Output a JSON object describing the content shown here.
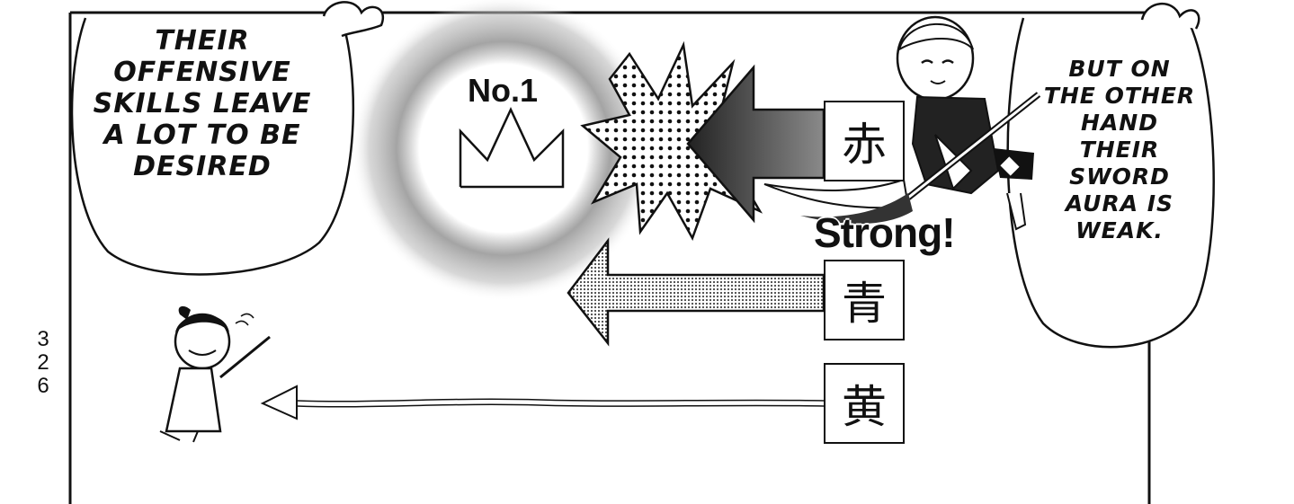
{
  "page": {
    "number": "326"
  },
  "bubbles": {
    "left": "THEIR OFFENSIVE SKILLS LEAVE A LOT TO BE DESIRED",
    "right": "BUT ON THE OTHER HAND THEIR SWORD AURA IS WEAK."
  },
  "diagram": {
    "rank_label": "No.1",
    "strong_label": "Strong!",
    "levels": [
      {
        "kanji": "赤",
        "arrow": "large-dark"
      },
      {
        "kanji": "青",
        "arrow": "medium-dotted"
      },
      {
        "kanji": "黄",
        "arrow": "thin-wavy"
      }
    ]
  },
  "colors": {
    "ink": "#111111",
    "paper": "#ffffff",
    "screentone": "#8a8a8a"
  }
}
